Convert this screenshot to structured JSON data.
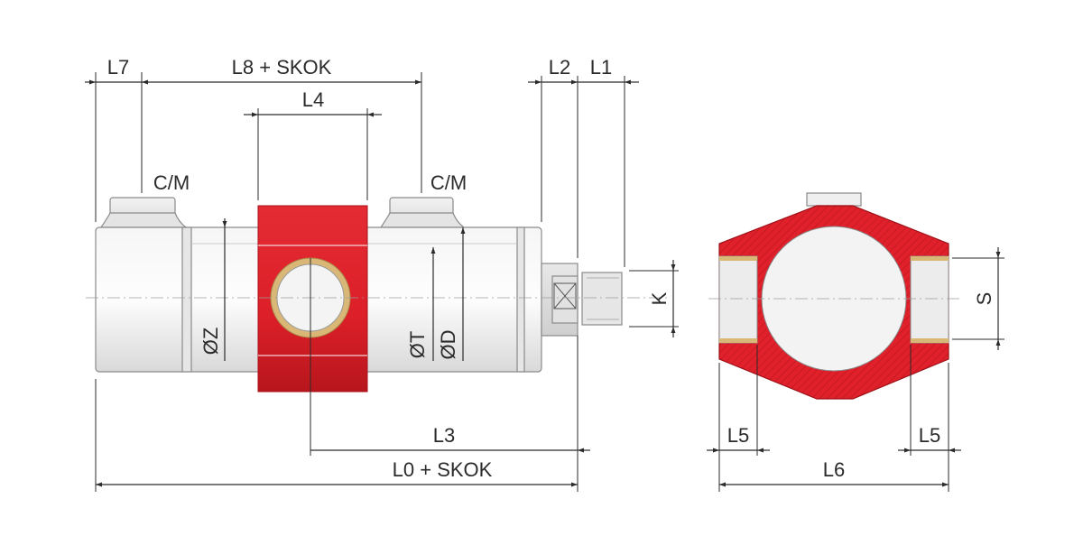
{
  "colors": {
    "clamp_red": "#e0202a",
    "body_gray": "#ececec",
    "bushing_gold": "#d8b777",
    "line": "#2b2b2b"
  },
  "labels": {
    "l7": "L7",
    "l8_skok": "L8 + SKOK",
    "l4": "L4",
    "l2": "L2",
    "l1": "L1",
    "cm_left": "C/M",
    "cm_right": "C/M",
    "oz": "ØZ",
    "ot": "ØT",
    "od": "ØD",
    "k": "K",
    "l3": "L3",
    "l0_skok": "L0 + SKOK",
    "s": "S",
    "l5_left": "L5",
    "l5_right": "L5",
    "l6": "L6"
  }
}
